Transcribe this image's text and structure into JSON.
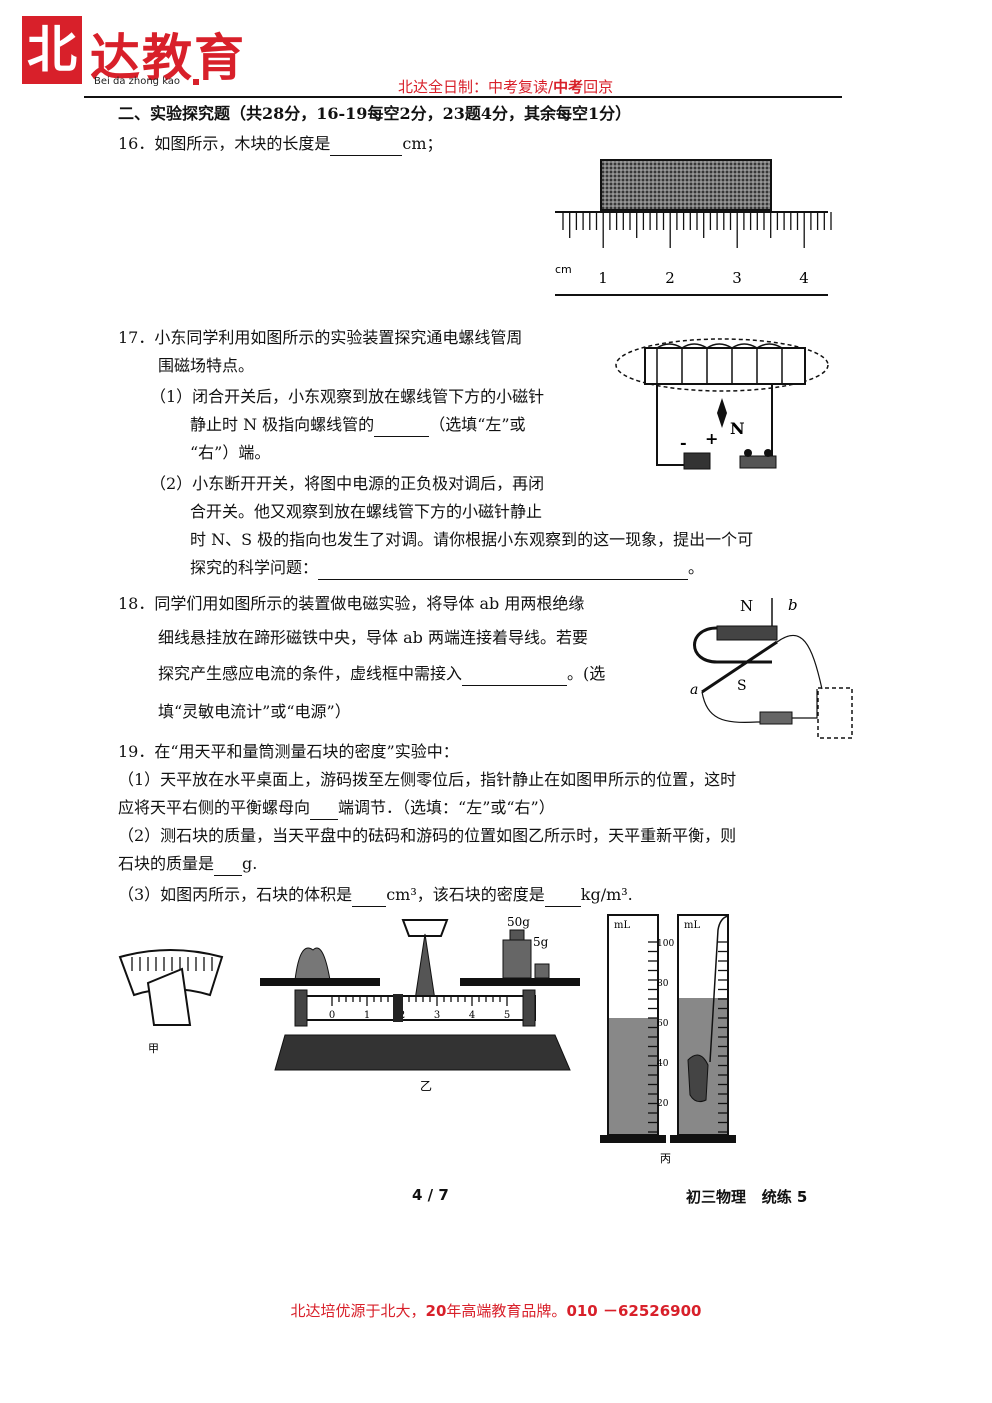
{
  "header": {
    "logo_char": "北",
    "logo_name": "达教育",
    "logo_pinyin": "Bei da zhong kao",
    "slogan_a": "北达全日制：中考复读/",
    "slogan_b": "中考",
    "slogan_c": "回京"
  },
  "section_title": "二、实验探究题（共28分，16-19每空2分，23题4分，其余每空1分）",
  "q16": {
    "text_a": "16．如图所示，木块的长度是",
    "text_b": "cm；",
    "ruler_unit": "cm",
    "ruler_ticks": [
      "1",
      "2",
      "3",
      "4"
    ]
  },
  "q17": {
    "lines": [
      "17．小东同学利用如图所示的实验装置探究通电螺线管周",
      "围磁场特点。",
      "（1）闭合开关后，小东观察到放在螺线管下方的小磁针",
      "静止时 N 极指向螺线管的",
      "（选填“左”或",
      "“右”）端。",
      "（2）小东断开开关，将图中电源的正负极对调后，再闭",
      "合开关。他又观察到放在螺线管下方的小磁针静止",
      "时 N、S 极的指向也发生了对调。请你根据小东观察到的这一现象，提出一个可",
      "探究的科学问题：",
      "。"
    ],
    "fig_labels": {
      "n": "N",
      "minus": "-",
      "plus": "+"
    }
  },
  "q18": {
    "lines": [
      "18．同学们用如图所示的装置做电磁实验，将导体 ab 用两根绝缘",
      "细线悬挂放在蹄形磁铁中央，导体 ab 两端连接着导线。若要",
      "探究产生感应电流的条件，虚线框中需接入",
      "。(选",
      "填“灵敏电流计”或“电源”）"
    ],
    "fig_labels": {
      "n": "N",
      "s": "S",
      "a": "a",
      "b": "b"
    }
  },
  "q19": {
    "lines": [
      "19．在“用天平和量筒测量石块的密度”实验中：",
      "（1）天平放在水平桌面上，游码拨至左侧零位后，指针静止在如图甲所示的位置，这时",
      "应将天平右侧的平衡螺母向",
      "端调节．（选填：“左”或“右”）",
      "（2）测石块的质量，当天平盘中的砝码和游码的位置如图乙所示时，天平重新平衡，则",
      "石块的质量是",
      "g.",
      "（3）如图丙所示，石块的体积是",
      "cm³，该石块的密度是",
      "kg/m³."
    ],
    "fig_jia": "甲",
    "fig_yi": "乙",
    "fig_bing": "丙",
    "weights": [
      "50g",
      "5g"
    ],
    "scale_ticks": [
      "0",
      "1",
      "2",
      "3",
      "4",
      "5"
    ],
    "cyl_unit": "mL",
    "cyl_ticks": [
      "100",
      "80",
      "60",
      "40",
      "20"
    ]
  },
  "footer": {
    "page": "4 / 7",
    "subject": "初三物理",
    "exam": "统练 5",
    "bottom_a": "北达培优源于北大，",
    "bottom_b": "20",
    "bottom_c": "年高端教育品牌。",
    "bottom_d": "010 －62526900"
  }
}
